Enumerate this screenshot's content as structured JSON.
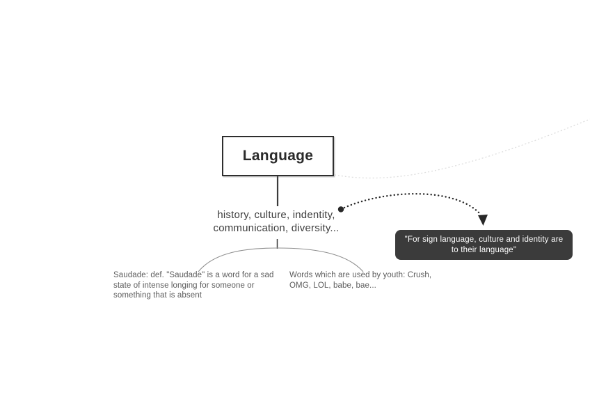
{
  "root_node": {
    "label": "Language"
  },
  "topic_node": {
    "lines": [
      "history, culture, indentity,",
      "communication, diversity..."
    ]
  },
  "quote_tooltip": {
    "lines": [
      "\"For sign language, culture and identity are",
      "to their language\""
    ]
  },
  "child_nodes": {
    "saudade": {
      "lines": [
        "Saudade: def. \"Saudade\" is a word for a sad",
        "state of intense longing for someone or",
        "something that is absent"
      ]
    },
    "youth_words": {
      "lines": [
        "Words which are used by youth: Crush,",
        "OMG, LOL, babe, bae..."
      ]
    }
  },
  "colors": {
    "background": "#ffffff",
    "root_border": "#2e2e2e",
    "root_text": "#2b2b2b",
    "topic_text": "#3d3d3d",
    "child_text": "#5c5c5c",
    "tooltip_bg": "#3b3b3b",
    "tooltip_text": "#ffffff",
    "root_connector": "#3a3a3a",
    "branch_connector": "#8f8f8f",
    "arrow": "#282828",
    "faint_curve": "#d2d2d2"
  }
}
